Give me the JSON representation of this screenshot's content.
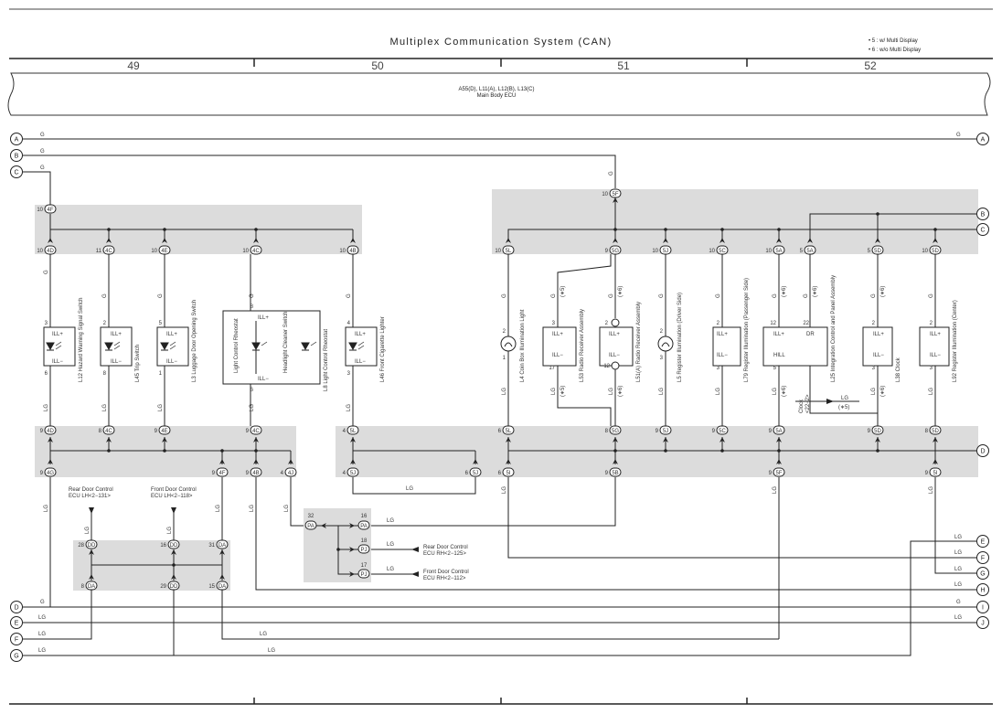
{
  "header": {
    "title": "Multiplex Communication System (CAN)",
    "notes": [
      "• 5 : w/ Multi Display",
      "• 6 : w/o Multi Display"
    ]
  },
  "columns": [
    "49",
    "50",
    "51",
    "52"
  ],
  "ecu": {
    "label_1": "A55(D), L11(A), L12(B), L13(C)",
    "label_2": "Main Body ECU"
  },
  "connectors_left": [
    "A",
    "B",
    "C",
    "D",
    "E",
    "F",
    "G"
  ],
  "connectors_right": [
    "A",
    "B",
    "C",
    "D",
    "E",
    "F",
    "G",
    "H",
    "I",
    "J"
  ],
  "wire_labels": {
    "g": "G",
    "lg": "LG"
  },
  "components": {
    "L12": "L12 Hazard Warning Signal Switch",
    "L45": "L45 Trip Switch",
    "L3": "L3 Luggage Door Opening Switch",
    "L8": "L8 Light Control Rheostat",
    "L8_inner_1": "Light Control Rheostat",
    "L8_inner_2": "Headlight Cleaner Switch",
    "L46": "L46 Front Cigarette Lighter",
    "L4": "L4 Coin Box Illumination Light",
    "L53": "L53 Radio Receiver Assembly",
    "L51": "L51(A) Radio Receiver Assembly",
    "L5": "L5 Register Illumination (Driver Side)",
    "L79": "L79 Register Illumination (Passenger Side)",
    "L25": "L25 Integration Control and Panel Assembly",
    "L38": "L38 Clock",
    "L92": "L92 Register Illumination (Center)"
  },
  "pin_labels": {
    "ill_plus": "ILL+",
    "ill_minus": "ILL−",
    "hill": "HILL",
    "dr": "DR"
  },
  "external_refs": {
    "rear_door_lh": [
      "Rear Door Control",
      "ECU LH<2−131>"
    ],
    "front_door_lh": [
      "Front Door Control",
      "ECU LH<2−118>"
    ],
    "rear_door_rh": [
      "Rear Door Control",
      "ECU RH<2−125>"
    ],
    "front_door_rh": [
      "Front Door Control",
      "ECU RH<2−112>"
    ],
    "clock": [
      "Clock",
      "<22−2>"
    ],
    "clock_note": "(∗5)"
  },
  "marks": {
    "m5": "(∗5)",
    "m6": "(∗6)"
  }
}
